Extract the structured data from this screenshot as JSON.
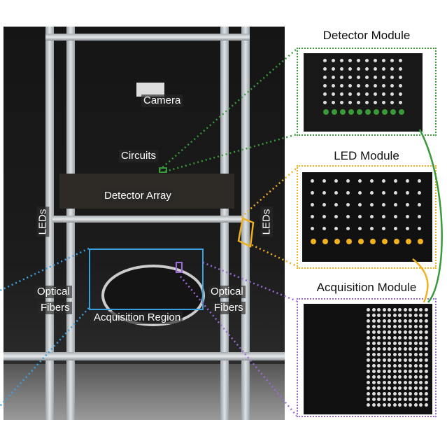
{
  "photo_labels": {
    "camera": "Camera",
    "circuits": "Circuits",
    "detector_array": "Detector Array",
    "leds_left": "LEDs",
    "leds_right": "LEDs",
    "optical_fibers_left_1": "Optical",
    "optical_fibers_left_2": "Fibers",
    "optical_fibers_right_1": "Optical",
    "optical_fibers_right_2": "Fibers",
    "acquisition_region": "Acquisition Region"
  },
  "modules": [
    {
      "title": "Detector Module",
      "color": "#3a9a3a"
    },
    {
      "title": "LED Module",
      "color": "#f0b020"
    },
    {
      "title": "Acquisition Module",
      "color": "#9a6ad8"
    }
  ],
  "colors": {
    "acquisition_region": "#3aa0e0"
  }
}
